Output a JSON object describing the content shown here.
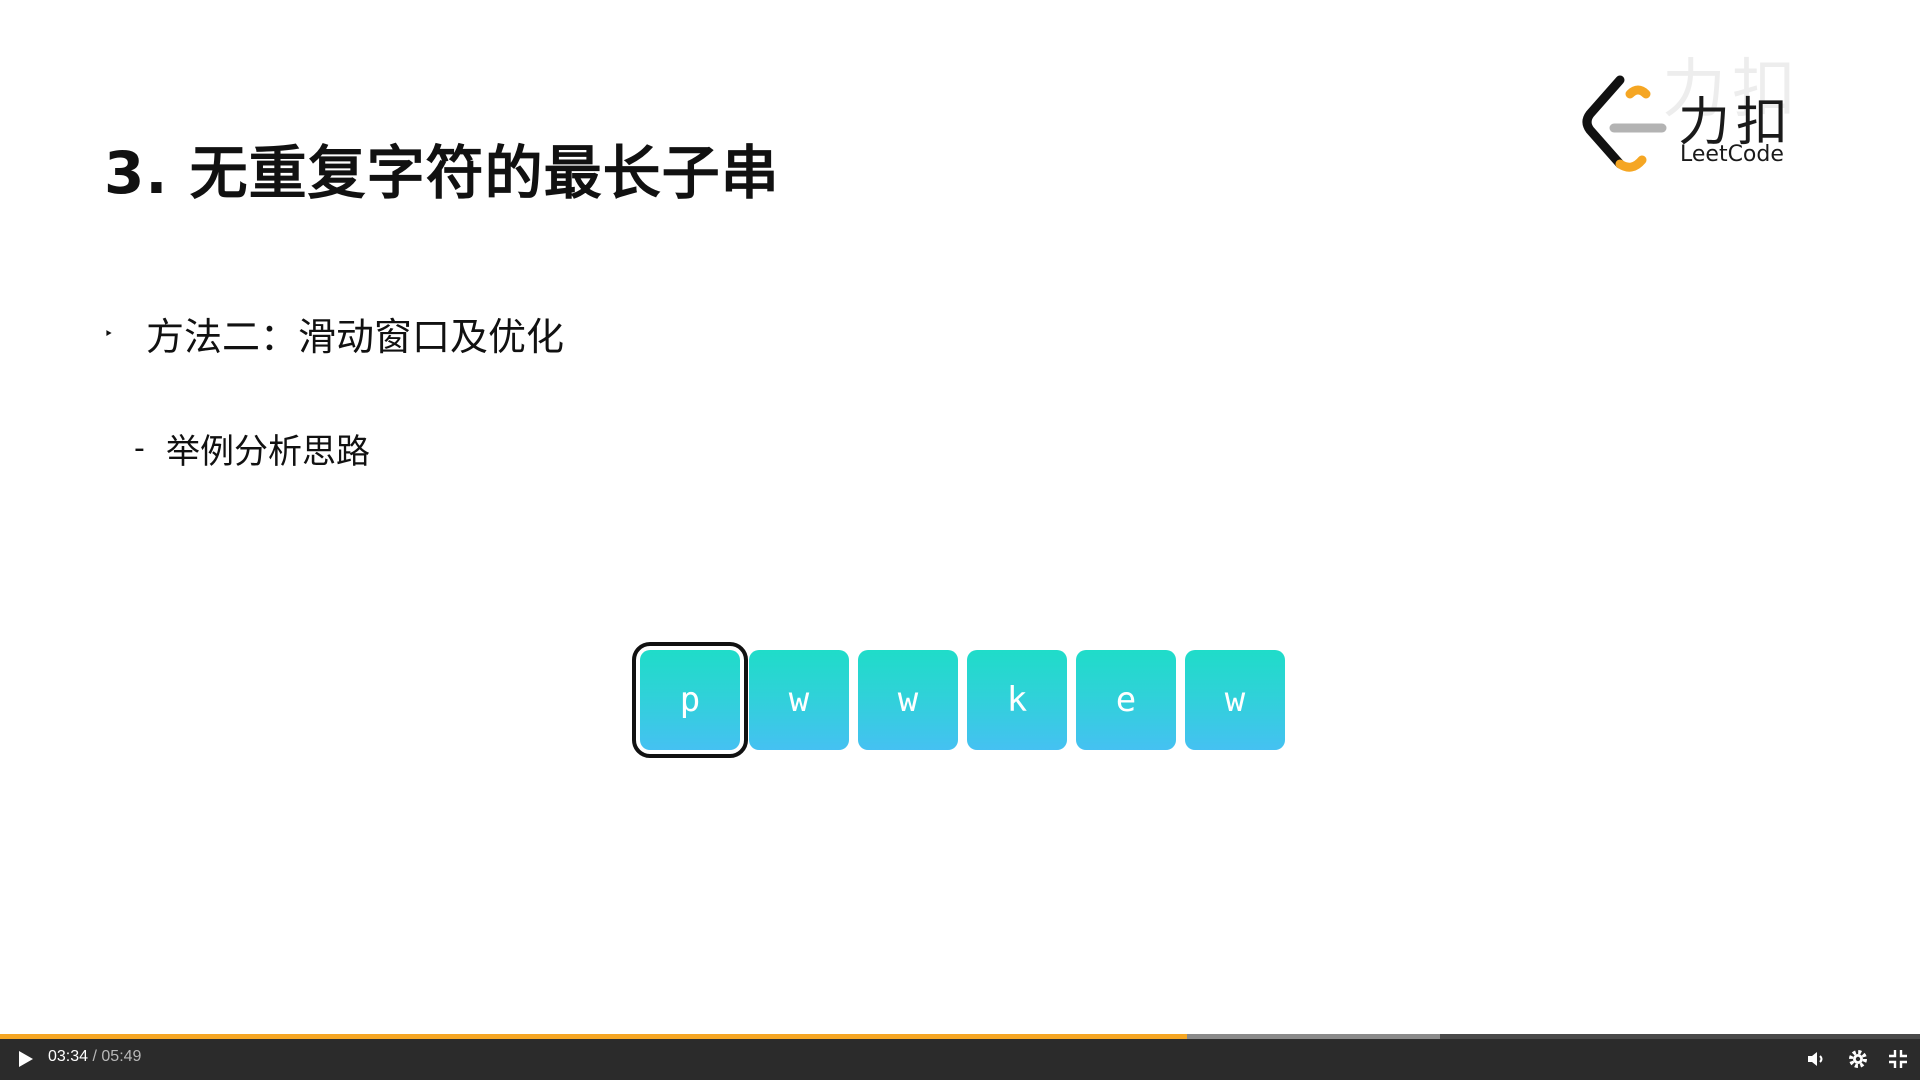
{
  "slide": {
    "title": "3. 无重复字符的最长子串",
    "bullet": "方法二：滑动窗口及优化",
    "sub_marker": "-",
    "sub_item": "举例分析思路",
    "bullet_marker": "‣"
  },
  "logo": {
    "cn": "力扣",
    "en": "LeetCode",
    "watermark": "力扣",
    "colors": {
      "dark": "#111111",
      "orange": "#f5a623",
      "gray": "#b3b3b3"
    }
  },
  "string_cells": {
    "chars": [
      "p",
      "w",
      "w",
      "k",
      "e",
      "w"
    ],
    "selected_index": 0,
    "color_top": "#1fdcc9",
    "color_bottom": "#45c1f2"
  },
  "player": {
    "current_time": "03:34",
    "separator": "/",
    "duration": "05:49",
    "played_fraction": 0.618,
    "buffered_fraction": 0.75,
    "accent": "#f5a623",
    "icons": [
      "play-icon",
      "volume-icon",
      "settings-icon",
      "exit-fullscreen-icon"
    ]
  }
}
